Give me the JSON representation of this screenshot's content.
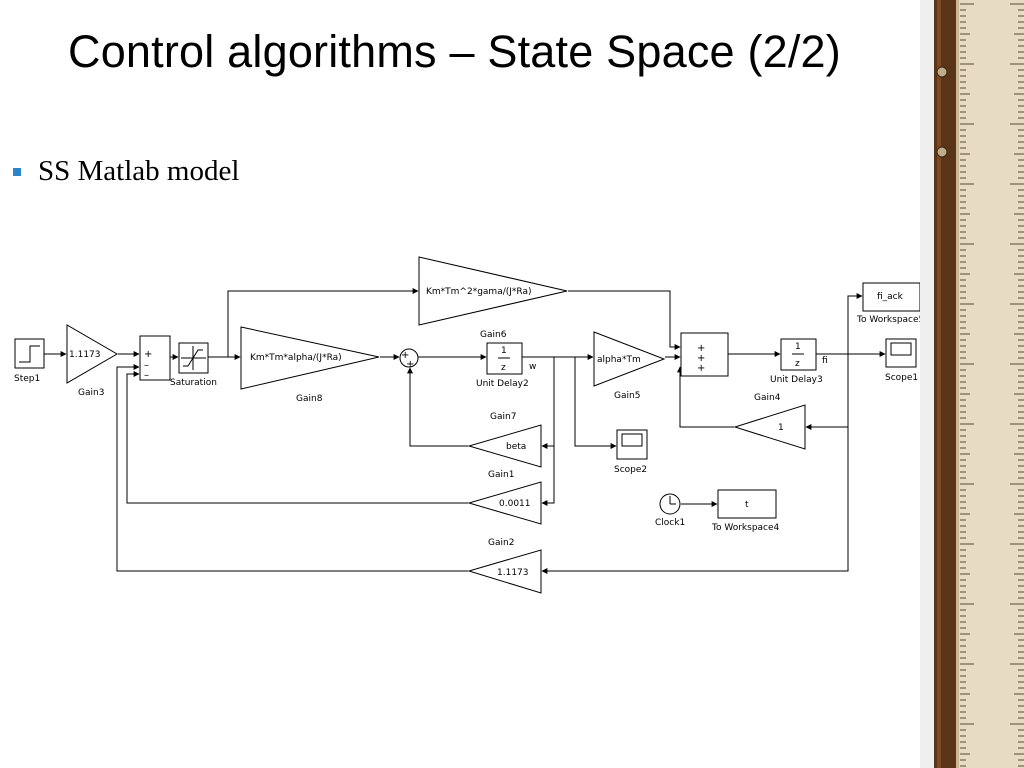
{
  "title": "Control algorithms – State Space (2/2)",
  "bullet": "SS Matlab model",
  "colors": {
    "bullet": "#2a86c8",
    "ruler_wood": "#5a3517",
    "ruler_paper": "#e7dcc3"
  },
  "diagram": {
    "blocks": {
      "step1": {
        "label": "Step1"
      },
      "gain3": {
        "value": "1.1173",
        "label": "Gain3"
      },
      "saturation": {
        "label": "Saturation"
      },
      "gain8": {
        "value": "Km*Tm*alpha/(J*Ra)",
        "label": "Gain8"
      },
      "gain6": {
        "value": "Km*Tm^2*gama/(J*Ra)",
        "label": "Gain6"
      },
      "unit_delay2": {
        "num": "1",
        "den": "z",
        "label": "Unit Delay2"
      },
      "gain5": {
        "value": "alpha*Tm",
        "label": "Gain5"
      },
      "unit_delay3": {
        "num": "1",
        "den": "z",
        "label": "Unit Delay3"
      },
      "to_workspace5": {
        "value": "fi_ack",
        "label": "To Workspace5"
      },
      "scope1": {
        "label": "Scope1"
      },
      "gain4": {
        "value": "1",
        "label": "Gain4"
      },
      "gain7": {
        "value": "beta",
        "label": "Gain7"
      },
      "scope2": {
        "label": "Scope2"
      },
      "gain1": {
        "value": "0.0011",
        "label": "Gain1"
      },
      "clock1": {
        "label": "Clock1"
      },
      "to_workspace4": {
        "value": "t",
        "label": "To Workspace4"
      },
      "gain2": {
        "value": "1.1173",
        "label": "Gain2"
      }
    },
    "signals": {
      "w": "w",
      "fi": "fi"
    },
    "signs": {
      "plus": "+",
      "minus": "–"
    }
  }
}
